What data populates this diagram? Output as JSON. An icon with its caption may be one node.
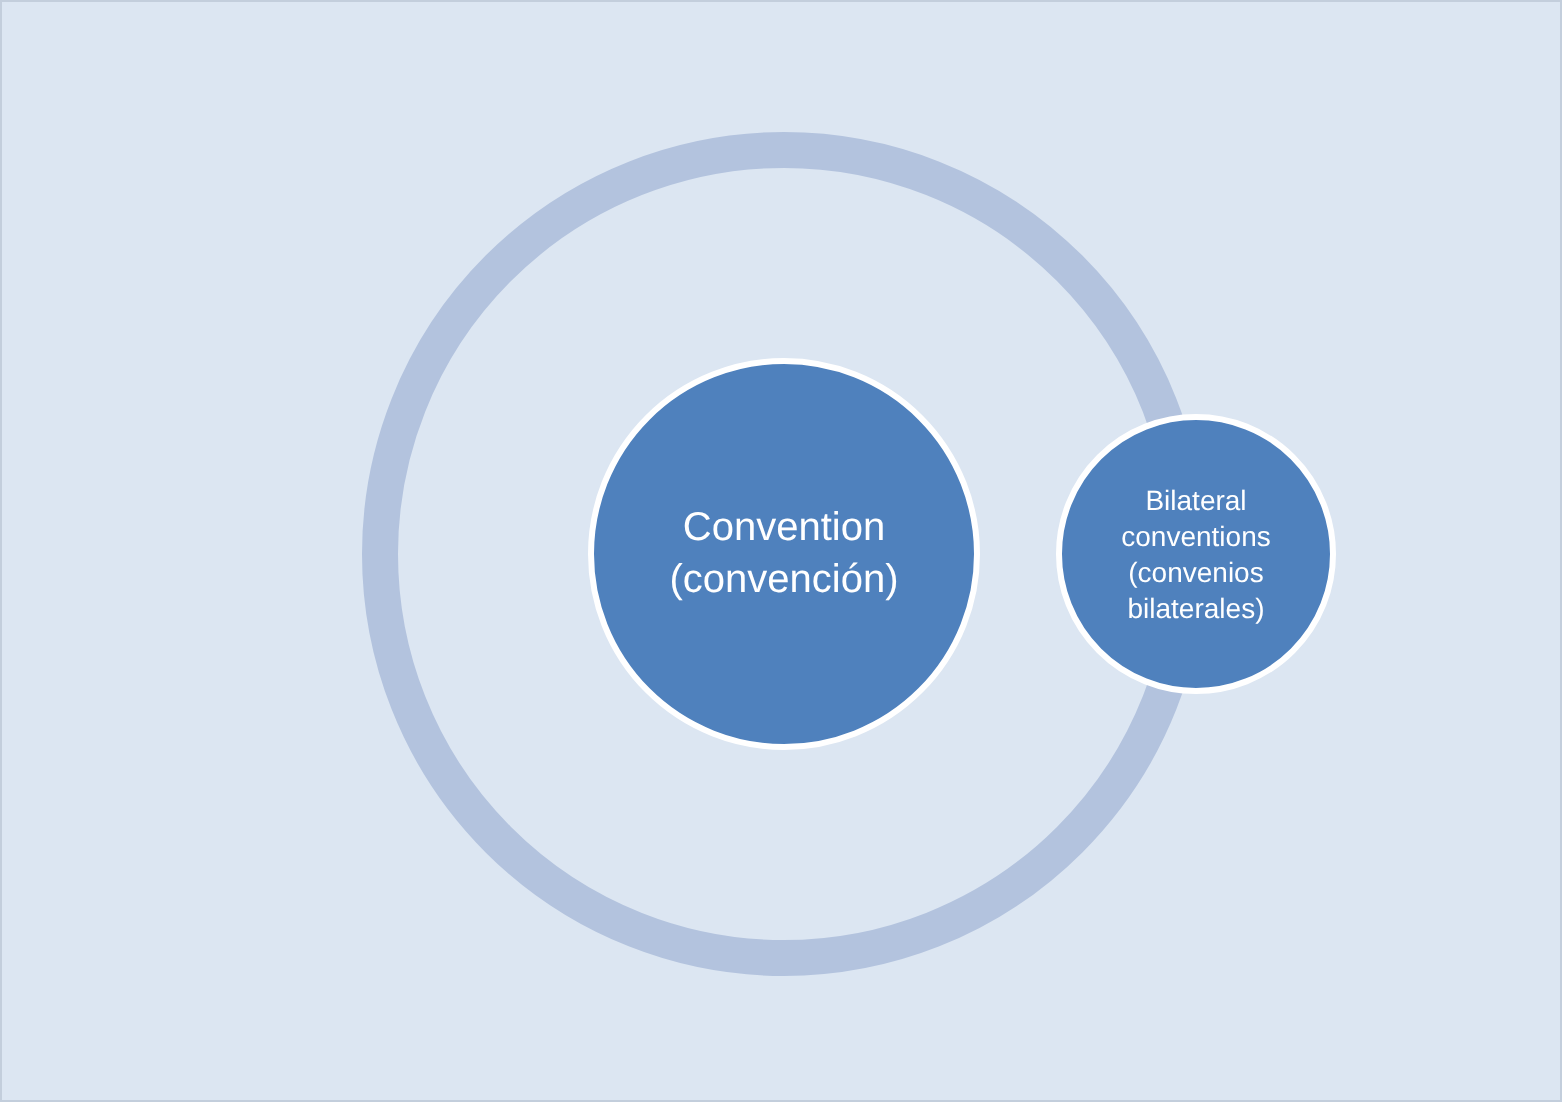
{
  "diagram": {
    "nodes": [
      {
        "text": [],
        "shape": "circle"
      },
      {
        "text": [
          "Convention (convención)"
        ],
        "in": 0
      },
      {
        "text": [
          "Bilateral conventions (convenios bilaterales)"
        ]
      }
    ]
  }
}
